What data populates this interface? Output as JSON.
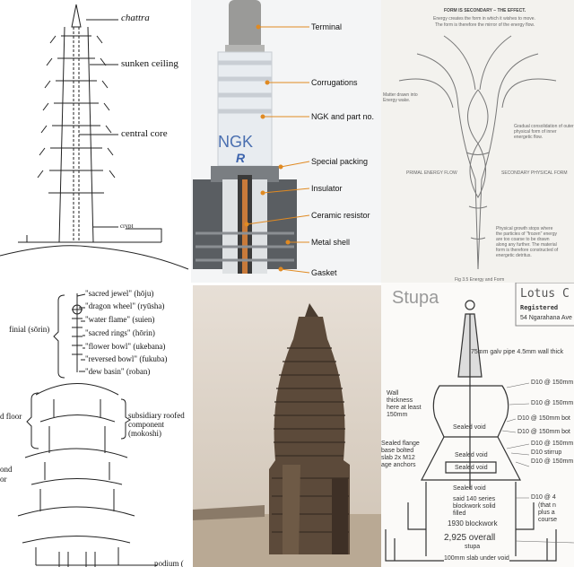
{
  "panels": {
    "pagoda_section": {
      "labels": [
        "chattra",
        "sunken ceiling",
        "central core",
        "crypt"
      ]
    },
    "spark_plug": {
      "brand": "NGK",
      "brand_sub": "R",
      "labels": [
        "Terminal",
        "Corrugations",
        "NGK and part no.",
        "Special packing",
        "Insulator",
        "Ceramic resistor",
        "Metal shell",
        "Gasket"
      ]
    },
    "energy_form": {
      "title": "FORM IS SECONDARY – THE EFFECT.",
      "subtitle_1": "Energy creates the form in which it wishes to move.",
      "subtitle_2": "The form is therefore the mirror of the energy flow.",
      "matter": "Matter drawn into Energy wake.",
      "gradual": "Gradual consolidation of outer physical form of inner energetic flow.",
      "primal": "PRIMAL ENERGY FLOW",
      "secondary": "SECONDARY PHYSICAL FORM",
      "growth": "Physical growth stops where the particles of \"frozen\" energy are too coarse to be drawn along any further. The material form is therefore constructed of energetic detritus.",
      "caption": "Fig 3.5 Energy and Form"
    },
    "japanese_pagoda": {
      "finial": "finial (sōrin)",
      "labels": [
        "\"sacred jewel\" (hōju)",
        "\"dragon wheel\" (ryūsha)",
        "\"water flame\" (suien)",
        "\"sacred rings\" (hōrin)",
        "\"flower bowl\" (ukebana)",
        "\"reversed bowl\" (fukuba)",
        "\"dew basin\" (roban)"
      ],
      "third_floor": "d floor",
      "mokoshi": "subsidiary roofed component (mokoshi)",
      "second_floor_1": "ond",
      "second_floor_2": "or",
      "podium": "podium ("
    },
    "stupa": {
      "title": "Stupa",
      "company": "Lotus C",
      "registered": "Registered",
      "address": "54 Ngarahana Ave",
      "notes": [
        "75mm galv pipe 4.5mm wall thick",
        "D10 @ 150mm",
        "D10 @ 150mm",
        "D10 @ 150mm bot",
        "D10 @ 150mm bot",
        "D10 @ 150mm",
        "D10 stirrup",
        "D10 @ 150mm",
        "D10 @ 4",
        "(that n",
        "plus a",
        "course"
      ],
      "wall": "Wall thickness here at least 150mm",
      "flange": "Sealed flange base bolted slab 2x M12 age anchors",
      "voids": [
        "Sealed void",
        "Sealed void",
        "Sealed void",
        "Sealed void"
      ],
      "block": "said 140 series blockwork solid filled",
      "blockwork": "1930 blockwork",
      "overall": "2,925 overall",
      "overall_sub": "stupa",
      "slab": "100mm slab under void"
    }
  }
}
